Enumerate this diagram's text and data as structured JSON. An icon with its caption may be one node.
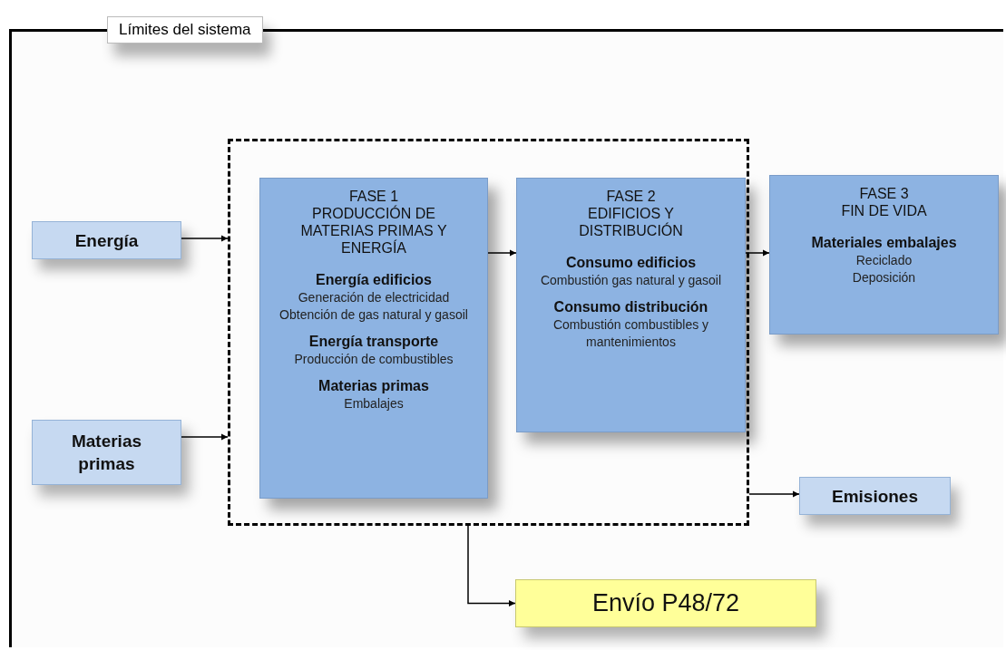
{
  "diagram": {
    "nodes": [
      {
        "text": [
          "Límites del sistema"
        ]
      },
      {
        "text": [],
        "shape": "box",
        "in": 0
      },
      {
        "text": [
          "Energía"
        ],
        "in": 0
      },
      {
        "text": [
          "Materias primas"
        ],
        "in": 0
      },
      {
        "text": [
          "FASE 1",
          "PRODUCCIÓN DE MATERIAS PRIMAS Y ENERGÍA",
          "Energía edificios",
          "Generación de electricidad",
          "Obtención de gas natural y gasoil",
          "Energía transporte",
          "Producción de combustibles",
          "Materias primas",
          "Embalajes"
        ],
        "in": 1
      },
      {
        "text": [
          "FASE 2",
          "EDIFICIOS Y DISTRIBUCIÓN",
          "Consumo edificios",
          "Combustión gas natural y gasoil",
          "Consumo distribución",
          "Combustión combustibles y mantenimientos"
        ],
        "in": 1
      },
      {
        "text": [
          "FASE 3",
          "FIN DE VIDA",
          "Materiales embalajes",
          "Reciclado",
          "Deposición"
        ],
        "in": 0
      },
      {
        "text": [
          "Emisiones"
        ],
        "in": 0
      },
      {
        "text": [
          "Envío P48/72"
        ],
        "in": 0
      }
    ],
    "edges": [
      {
        "from": 2,
        "to": 1,
        "arrow": "to"
      },
      {
        "from": 3,
        "to": 1,
        "arrow": "to"
      },
      {
        "from": 4,
        "to": 5,
        "arrow": "to"
      },
      {
        "from": 5,
        "to": 6,
        "arrow": "to"
      },
      {
        "from": 1,
        "to": 7,
        "arrow": "to"
      },
      {
        "from": 1,
        "to": 8,
        "arrow": "to"
      }
    ]
  }
}
